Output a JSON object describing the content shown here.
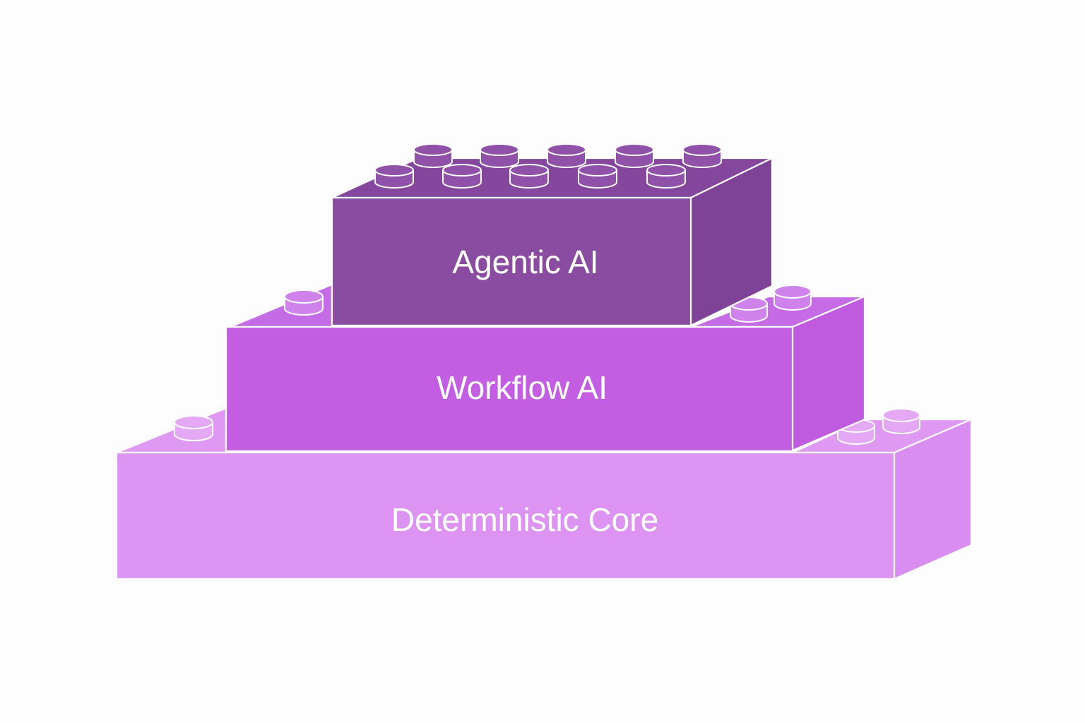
{
  "diagram": {
    "layers": [
      {
        "id": "top",
        "label": "Agentic AI",
        "colors": {
          "front": "#8a4ca1",
          "top": "#85479e",
          "side": "#7e4296",
          "stud": "#8f52a8"
        }
      },
      {
        "id": "middle",
        "label": "Workflow AI",
        "colors": {
          "front": "#c35ee3",
          "top": "#c66be6",
          "side": "#c05be0",
          "stud": "#cf82ec"
        }
      },
      {
        "id": "bottom",
        "label": "Deterministic Core",
        "colors": {
          "front": "#dd93f2",
          "top": "#df99f2",
          "side": "#d98df0",
          "stud": "#e4a8f5"
        }
      }
    ],
    "background_color": "#fdfdfd",
    "outline_color": "#ffffff"
  }
}
